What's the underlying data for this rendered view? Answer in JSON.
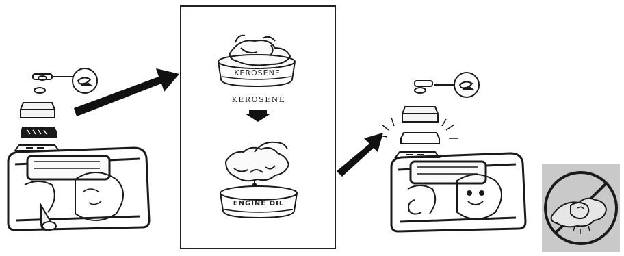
{
  "steps": {
    "bowl_kerosene_label": "KEROSENE",
    "middle_caption": "KEROSENE",
    "bowl_oil_label": "ENGINE OIL"
  },
  "colors": {
    "ink": "#1a1a1a",
    "arrow": "#111111",
    "warning_bg": "#c9c9c9",
    "panel_border": "#222222"
  },
  "icons": {
    "left_generator": "generator-disassembled-icon",
    "right_generator": "generator-reassembled-icon",
    "warning": "no-wringing-prohibition-icon"
  }
}
